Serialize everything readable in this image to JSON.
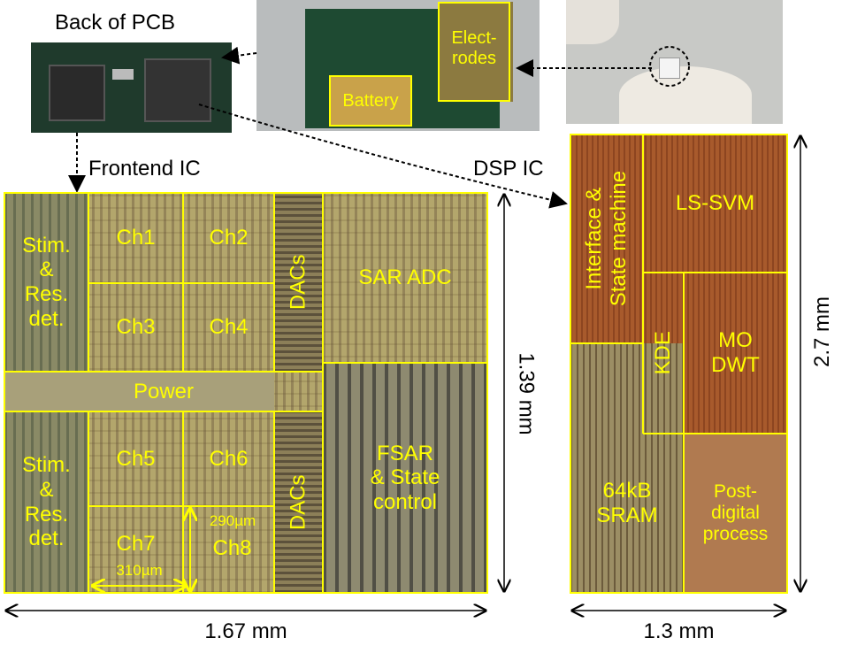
{
  "labels": {
    "back_of_pcb": "Back of PCB",
    "frontend_ic": "Frontend IC",
    "dsp_ic": "DSP IC",
    "battery": "Battery",
    "electrodes": "Elect-\nrodes"
  },
  "frontend": {
    "stim_top": "Stim.\n&\nRes.\ndet.",
    "stim_bottom": "Stim.\n&\nRes.\ndet.",
    "ch1": "Ch1",
    "ch2": "Ch2",
    "ch3": "Ch3",
    "ch4": "Ch4",
    "ch5": "Ch5",
    "ch6": "Ch6",
    "ch7": "Ch7",
    "ch8": "Ch8",
    "dacs_top": "DACs",
    "dacs_bottom": "DACs",
    "sar_adc": "SAR ADC",
    "power": "Power",
    "fsar": "FSAR\n& State\ncontrol",
    "dim_width_ch": "310µm",
    "dim_height_ch": "290µm",
    "dim_height": "1.39 mm",
    "dim_width": "1.67 mm"
  },
  "dsp": {
    "interface": "Interface &\nState machine",
    "ls_svm": "LS-SVM",
    "kde": "KDE",
    "mo_dwt": "MO\nDWT",
    "sram": "64kB\nSRAM",
    "post": "Post-\ndigital\nprocess",
    "dim_height": "2.7 mm",
    "dim_width": "1.3 mm"
  },
  "colors": {
    "label": "#ffff00",
    "frontend_die": "#b3a66c",
    "dsp_die": "#a85a2c"
  }
}
